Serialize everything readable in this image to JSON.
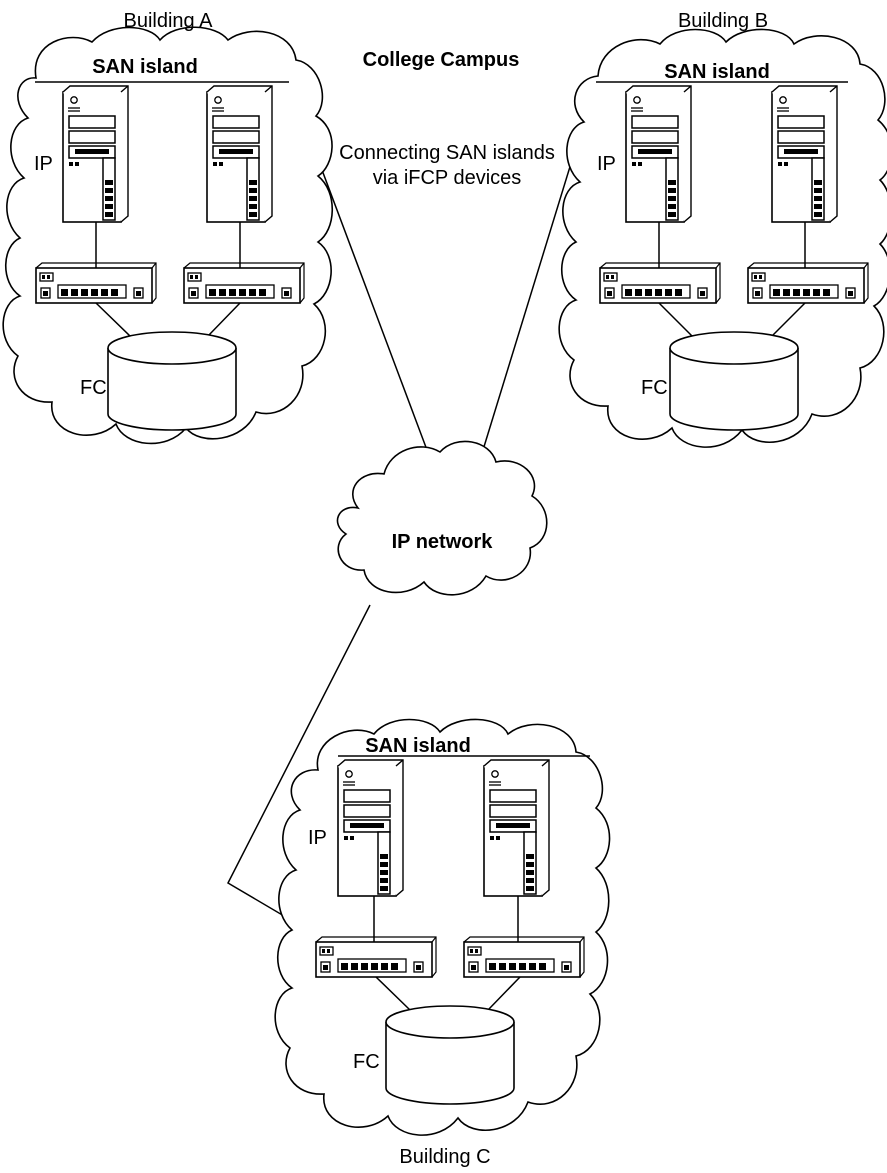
{
  "title": "College Campus",
  "subtitle_lines": [
    "Connecting SAN islands",
    "via iFCP devices"
  ],
  "colors": {
    "stroke": "#000000",
    "background": "#ffffff"
  },
  "buildings": [
    {
      "id": "building-a",
      "name": "Building A",
      "island_label": "SAN island",
      "ip_label": "IP",
      "fc_label": "FC"
    },
    {
      "id": "building-b",
      "name": "Building B",
      "island_label": "SAN island",
      "ip_label": "IP",
      "fc_label": "FC"
    },
    {
      "id": "building-c",
      "name": "Building C",
      "island_label": "SAN island",
      "ip_label": "IP",
      "fc_label": "FC"
    }
  ],
  "network": {
    "label": "IP network"
  },
  "devices": {
    "server_icon": "server-tower-icon",
    "gateway_icon": "ifcp-gateway-icon",
    "storage_icon": "fc-storage-disk-icon"
  }
}
